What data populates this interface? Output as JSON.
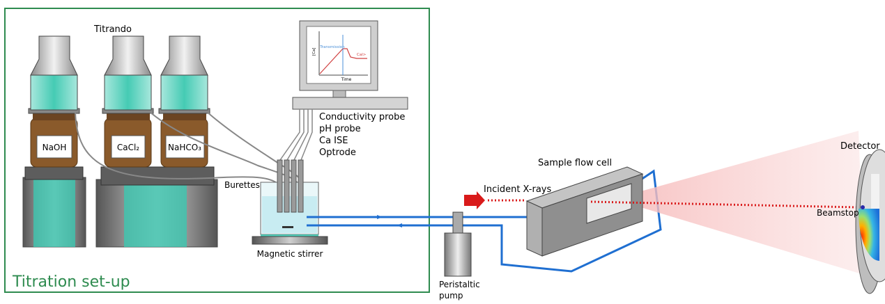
{
  "labels": {
    "titrando": "Titrando",
    "naoh": "NaOH",
    "cacl2": "CaCl₂",
    "nahco3": "NaHCO₃",
    "burettes": "Burettes",
    "magnetic_stirrer": "Magnetic stirrer",
    "titration_setup": "Titration set-up",
    "probes": [
      "Conductivity probe",
      "pH probe",
      "Ca ISE",
      "Optrode"
    ],
    "sample_flow_cell": "Sample flow cell",
    "incident_xrays": "Incident X-rays",
    "detector": "Detector",
    "beamstop": "Beamstop",
    "peristaltic_pump_line1": "Peristaltic",
    "peristaltic_pump_line2": "pump"
  },
  "monitor_plot": {
    "ylabel": "[Ca]",
    "xlabel": "Time",
    "transmission": "Transmission",
    "cal_label": "Cal>"
  },
  "colors": {
    "frame_green": "#2e8b4f",
    "tube_blue": "#1f6fd1",
    "xray_red": "#d91a1a",
    "teal": "#3cc7b0",
    "brown": "#8a5a2b"
  }
}
